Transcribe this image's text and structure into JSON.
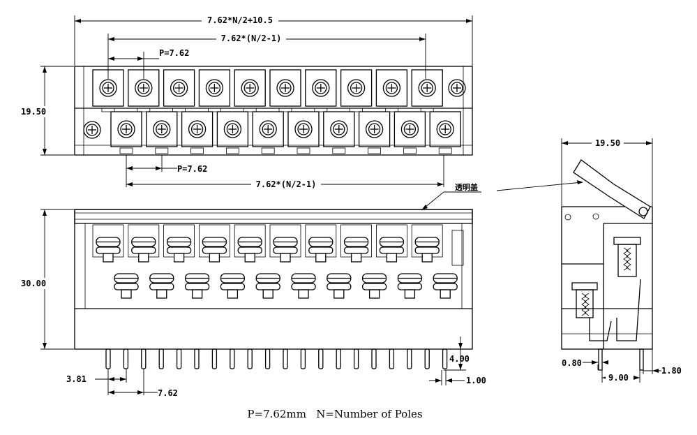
{
  "top_view": {
    "dim_overall": "7.62*N/2+10.5",
    "dim_top_row_span": "7.62*(N/2-1)",
    "dim_pitch_top": "P=7.62",
    "dim_height": "19.50",
    "dim_pitch_bottom": "P=7.62",
    "dim_bottom_row_span": "7.62*(N/2-1)",
    "positions_per_row": 10
  },
  "front_view": {
    "dim_height": "30.00",
    "dim_pin_offset": "3.81",
    "dim_pin_pitch": "7.62",
    "dim_pin_length": "4.00",
    "dim_pin_width": "1.00"
  },
  "side_view": {
    "dim_width": "19.50",
    "dim_pin_thickness": "0.80",
    "dim_pin_spacing": "9.00",
    "dim_pin_offset": "1.80"
  },
  "callout": {
    "label": "透明盖"
  },
  "caption": {
    "text": "P=7.62mm   N=Number of Poles"
  }
}
